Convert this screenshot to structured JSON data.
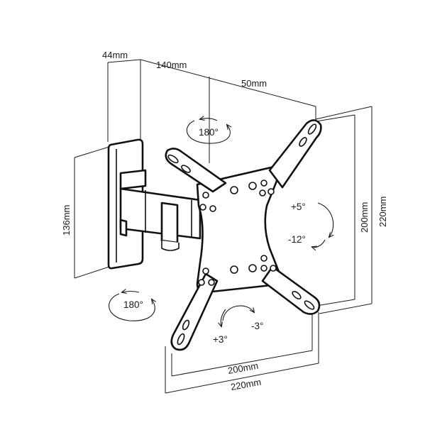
{
  "dimensions": {
    "wall_plate_depth": "44mm",
    "arm_length": "140mm",
    "offset": "50mm",
    "wall_plate_height": "136mm",
    "vesa_vertical_inner": "200mm",
    "vesa_vertical_outer": "220mm",
    "vesa_horizontal_inner": "200mm",
    "vesa_horizontal_outer": "220mm"
  },
  "rotations": {
    "swivel_top": "180°",
    "swivel_bottom": "180°",
    "tilt_up": "+5°",
    "tilt_down": "-12°",
    "level_plus": "+3°",
    "level_minus": "-3°"
  },
  "colors": {
    "line": "#1a1a1a",
    "background": "#ffffff"
  }
}
